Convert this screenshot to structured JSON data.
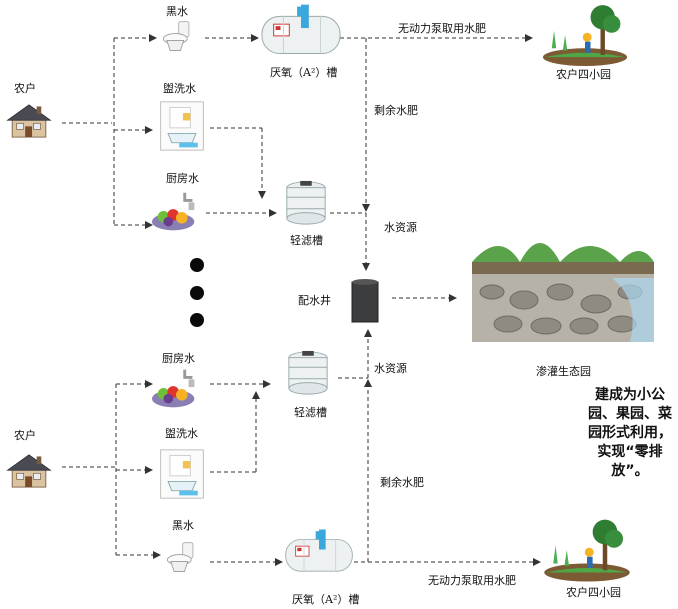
{
  "labels": {
    "household_top": "农户",
    "household_bottom": "农户",
    "black_water_top": "黑水",
    "wash_water_top": "盥洗水",
    "kitchen_water_top": "厨房水",
    "anaerobic_tank_top": "厌氧（A²）槽",
    "filter_tank_top": "轻滤槽",
    "unpowered_pump_top": "无动力泵取用水肥",
    "garden_top": "农户四小园",
    "remaining_fertilizer_top": "剩余水肥",
    "water_resource_top": "水资源",
    "distribution_well": "配水井",
    "wetland_garden": "渗灌生态园",
    "kitchen_water_bottom": "厨房水",
    "wash_water_bottom": "盥洗水",
    "black_water_bottom": "黑水",
    "filter_tank_bottom": "轻滤槽",
    "water_resource_bottom": "水资源",
    "remaining_fertilizer_bottom": "剩余水肥",
    "anaerobic_tank_bottom": "厌氧（A²）槽",
    "unpowered_pump_bottom": "无动力泵取用水肥",
    "garden_bottom": "农户四小园"
  },
  "note": "建成为小公园、果园、菜园形式利用，实现“零排放”。",
  "colors": {
    "arrow": "#333333",
    "tank": "#eef1f2",
    "accent": "#1f9fd6",
    "grass": "#3f9a3a"
  }
}
